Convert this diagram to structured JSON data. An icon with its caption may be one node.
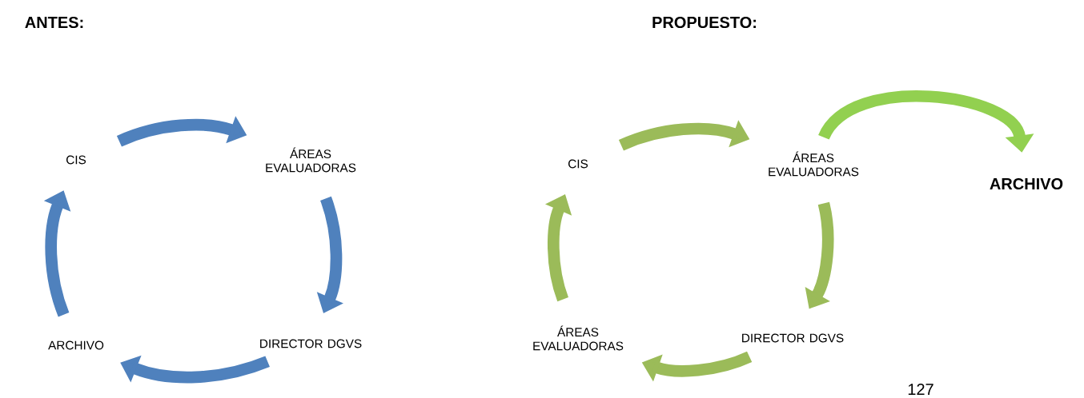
{
  "diagram": {
    "nodes": [
      {
        "text": [
          "CIS"
        ]
      },
      {
        "text": [
          "ÁREAS EVALUADORAS"
        ]
      },
      {
        "text": [
          "DIRECTOR DGVS"
        ]
      },
      {
        "text": [
          "ARCHIVO"
        ]
      },
      {
        "text": [
          "CIS"
        ]
      },
      {
        "text": [
          "ÁREAS EVALUADORAS"
        ]
      },
      {
        "text": [
          "ARCHIVO"
        ]
      },
      {
        "text": [
          "DIRECTOR DGVS"
        ]
      },
      {
        "text": [
          "ÁREAS EVALUADORAS"
        ]
      }
    ],
    "edges": [
      {
        "from": 0,
        "to": 1,
        "arrow": "to",
        "color": "#4f81bd"
      },
      {
        "from": 1,
        "to": 2,
        "arrow": "to",
        "color": "#4f81bd"
      },
      {
        "from": 2,
        "to": 3,
        "arrow": "to",
        "color": "#4f81bd"
      },
      {
        "from": 3,
        "to": 0,
        "arrow": "to",
        "color": "#4f81bd"
      },
      {
        "from": 4,
        "to": 5,
        "arrow": "to",
        "color": "#9bbb59"
      },
      {
        "from": 5,
        "to": 6,
        "arrow": "to",
        "color": "#92d050"
      },
      {
        "from": 5,
        "to": 7,
        "arrow": "to",
        "color": "#9bbb59"
      },
      {
        "from": 7,
        "to": 8,
        "arrow": "to",
        "color": "#9bbb59"
      },
      {
        "from": 8,
        "to": 4,
        "arrow": "to",
        "color": "#9bbb59"
      }
    ],
    "labels": [
      "ANTES:",
      "PROPUESTO:",
      "127"
    ]
  }
}
